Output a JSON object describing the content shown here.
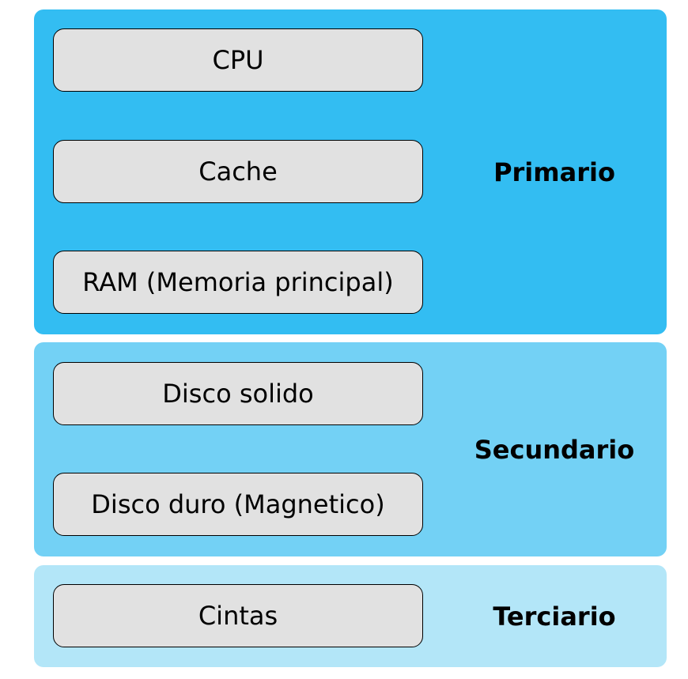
{
  "tiers": [
    {
      "label": "Primario",
      "color": "#33bdf2",
      "items": [
        "CPU",
        "Cache",
        "RAM (Memoria principal)"
      ]
    },
    {
      "label": "Secundario",
      "color": "#73d1f5",
      "items": [
        "Disco solido",
        "Disco duro (Magnetico)"
      ]
    },
    {
      "label": "Terciario",
      "color": "#b3e6f8",
      "items": [
        "Cintas"
      ]
    }
  ],
  "box_color": "#e1e1e1"
}
